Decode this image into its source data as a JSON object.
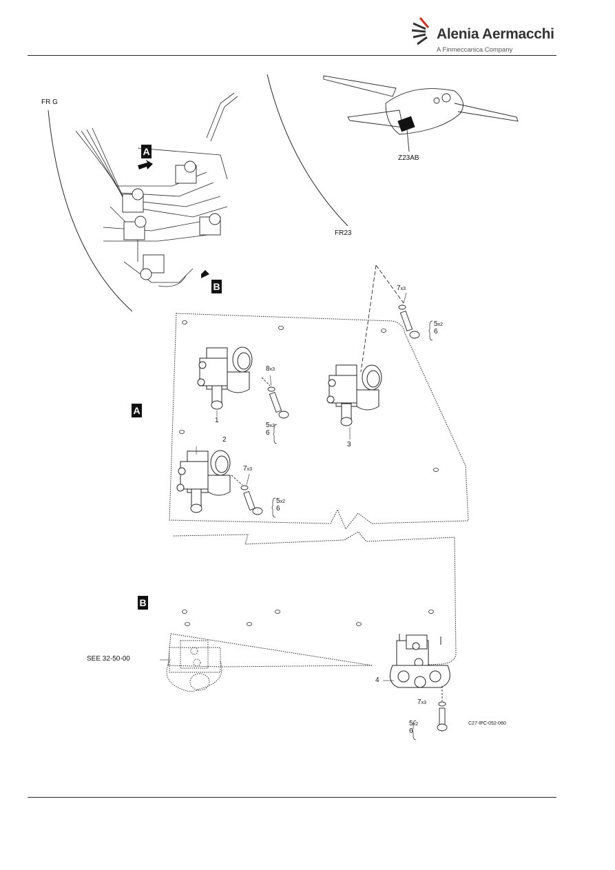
{
  "header": {
    "brand_name": "Alenia Aermacchi",
    "brand_subtitle": "A Finmeccanica Company",
    "brand_color": "#d52b1e"
  },
  "overview": {
    "frame_left": "FR G",
    "frame_right": "FR23",
    "zone": "Z23AB",
    "view_a_tag": "A",
    "view_b_tag": "B"
  },
  "view_a": {
    "tag": "A",
    "items": [
      "1",
      "2",
      "3"
    ],
    "callouts": [
      {
        "item": "8",
        "qty": "x3"
      },
      {
        "item": "5",
        "qty": "x2",
        "alt": "6"
      },
      {
        "item": "7",
        "qty": "x3"
      },
      {
        "item": "5",
        "qty": "x2",
        "alt": "6"
      },
      {
        "item": "7",
        "qty": "x3"
      },
      {
        "item": "5",
        "qty": "x2",
        "alt": "6"
      }
    ]
  },
  "view_b": {
    "tag": "B",
    "reference": "SEE 32-50-00",
    "item": "4",
    "callouts": [
      {
        "item": "7",
        "qty": "x3"
      },
      {
        "item": "5",
        "qty": "x2",
        "alt": "6"
      }
    ]
  },
  "figure_id": "C27-IPC-052-060"
}
